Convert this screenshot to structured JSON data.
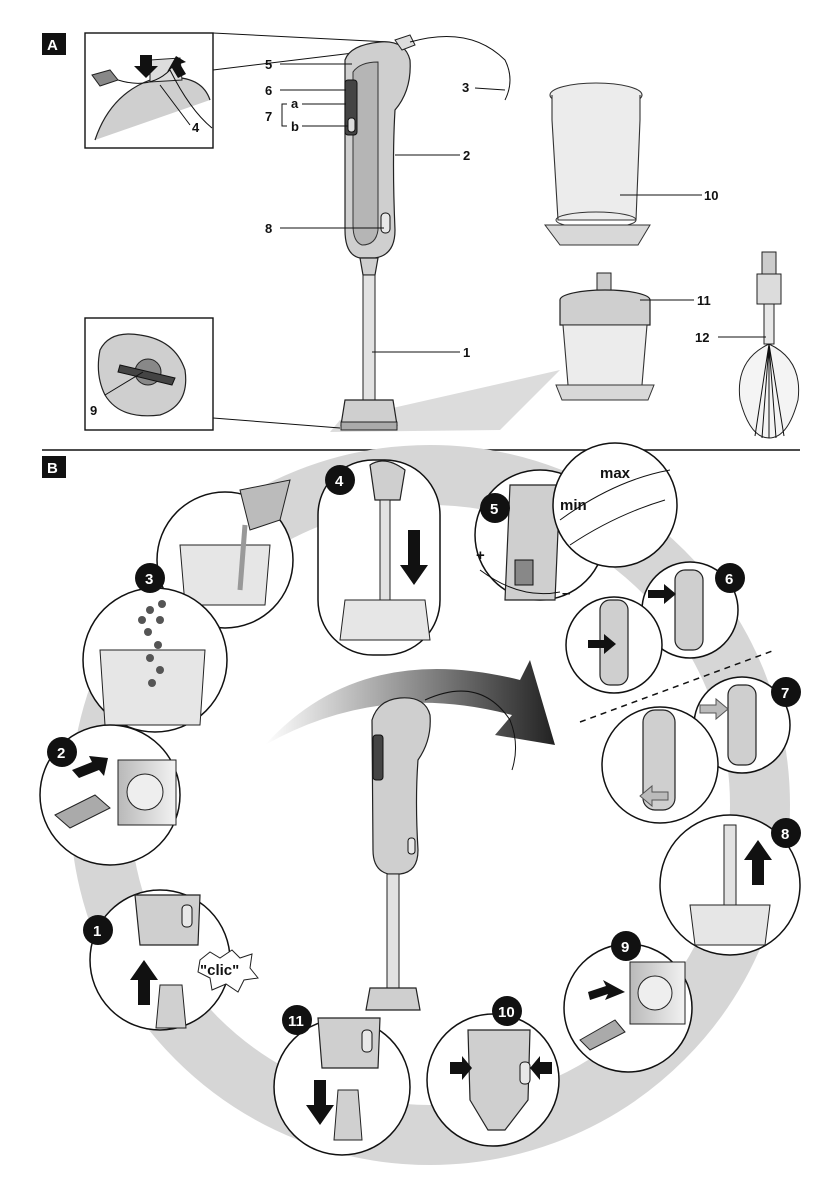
{
  "sections": {
    "a": "A",
    "b": "B"
  },
  "parts": {
    "p1": "1",
    "p2": "2",
    "p3": "3",
    "p4": "4",
    "p5": "5",
    "p6": "6",
    "p7": "7",
    "p7a": "a",
    "p7b": "b",
    "p8": "8",
    "p9": "9",
    "p10": "10",
    "p11": "11",
    "p12": "12"
  },
  "steps": [
    "1",
    "2",
    "3",
    "4",
    "5",
    "6",
    "7",
    "8",
    "9",
    "10",
    "11"
  ],
  "texts": {
    "max": "max",
    "min": "min",
    "clic": "\"clic\"",
    "plus": "+",
    "minus": "–"
  },
  "colors": {
    "shadow": "#d6d6d6",
    "ink": "#111111",
    "body": "#cfcfcf"
  }
}
